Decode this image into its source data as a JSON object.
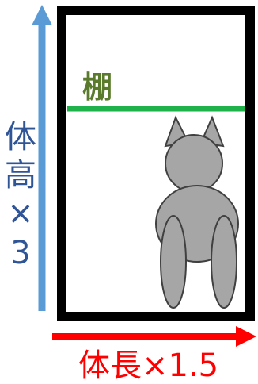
{
  "labels": {
    "shelf": "棚",
    "height_chars": [
      "体",
      "高",
      "×",
      "3"
    ],
    "width": "体長×1.5"
  },
  "colors": {
    "frame": "#000000",
    "shelf_line": "#1fb24a",
    "shelf_label": "#5a7a2c",
    "height_arrow": "#5b9bd5",
    "height_text": "#2f5597",
    "width_arrow": "#ff0000",
    "width_text": "#ff0000",
    "cat_fill": "#a6a6a6",
    "cat_stroke": "#404040"
  },
  "icons": {
    "cat": "cat-back-view-icon"
  }
}
